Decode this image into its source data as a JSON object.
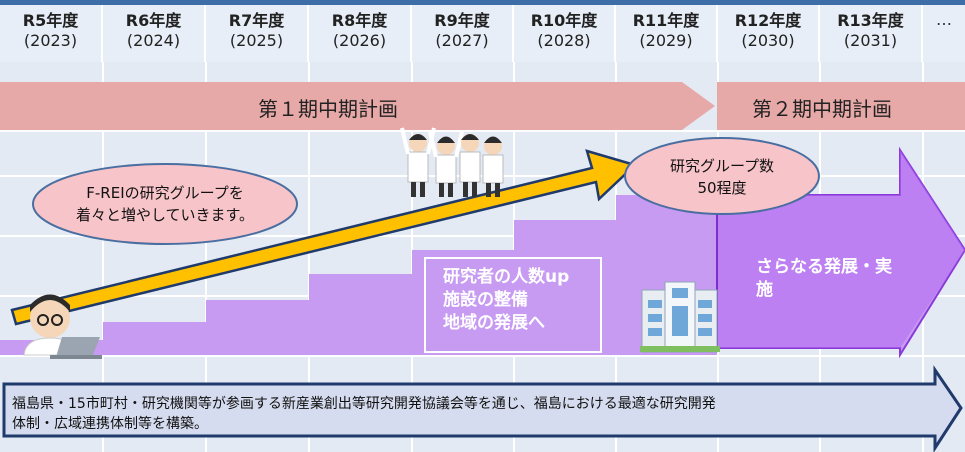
{
  "years": [
    {
      "label": "R5年度",
      "year": "(2023)"
    },
    {
      "label": "R6年度",
      "year": "(2024)"
    },
    {
      "label": "R7年度",
      "year": "(2025)"
    },
    {
      "label": "R8年度",
      "year": "(2026)"
    },
    {
      "label": "R9年度",
      "year": "(2027)"
    },
    {
      "label": "R10年度",
      "year": "(2028)"
    },
    {
      "label": "R11年度",
      "year": "(2029)"
    },
    {
      "label": "R12年度",
      "year": "(2030)"
    },
    {
      "label": "R13年度",
      "year": "(2031)"
    }
  ],
  "years_more": "…",
  "phases": {
    "phase1": "第１期中期計画",
    "phase2": "第２期中期計画"
  },
  "callouts": {
    "left_line1": "F-REIの研究グループを",
    "left_line2": "着々と増やしていきます。",
    "right_line1": "研究グループ数",
    "right_line2": "50程度"
  },
  "steps": {
    "box_line1": "研究者の人数up",
    "box_line2": "施設の整備",
    "box_line3": "地域の発展へ",
    "future_line1": "さらなる発展・実",
    "future_line2": "施"
  },
  "bottom": {
    "line1": "福島県・15市町村・研究機関等が参画する新産業創出等研究開発協議会等を通じ、福島における最適な研究開発",
    "line2": "体制・広域連携体制等を構築。"
  },
  "colors": {
    "phase_arrow": "#e7a9a7",
    "step_fill": "#c79bf2",
    "future_arrow": "#a24bf0",
    "growth_arrow": "#ffc000",
    "callout_fill": "#f7c4c9",
    "callout_border": "#4a6ea0",
    "bottom_fill": "#d6dcef",
    "bottom_border": "#1f3a6b"
  },
  "icons": [
    "laptop-researcher-icon",
    "cheering-researchers-icon",
    "building-icon"
  ]
}
